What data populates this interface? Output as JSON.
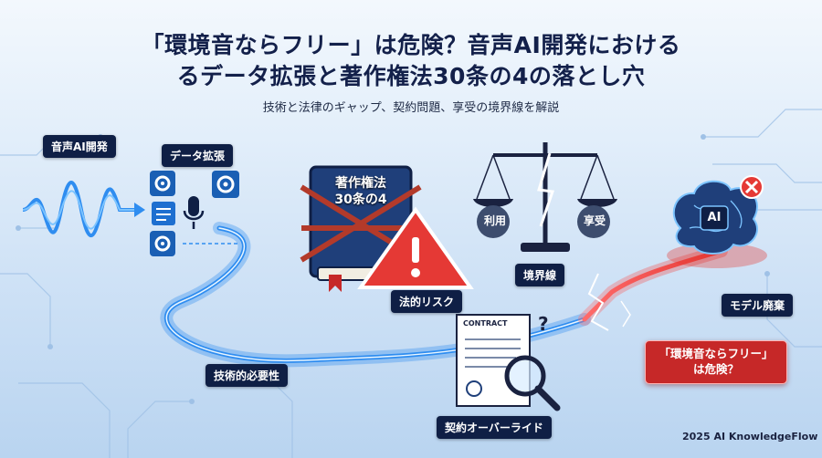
{
  "header": {
    "title_line1": "「環境音ならフリー」は危険？音声AI開発における",
    "title_line2": "るデータ拡張と著作権法30条の4の落とし穴",
    "subtitle": "技術と法律のギャップ、契約問題、享受の境界線を解説"
  },
  "labels": {
    "voice_ai_dev": "音声AI開発",
    "data_augmentation": "データ拡張",
    "technical_necessity": "技術的必要性",
    "legal_risk": "法的リスク",
    "contract_override": "契約オーバーライド",
    "boundary": "境界線",
    "model_disposal": "モデル廃棄"
  },
  "book": {
    "line1": "著作権法",
    "line2": "30条の4"
  },
  "scale": {
    "left": "利用",
    "right": "享受"
  },
  "contract": {
    "heading": "CONTRACT"
  },
  "brain": {
    "text": "AI"
  },
  "warning": {
    "line1": "「環境音ならフリー」",
    "line2": "は危険？"
  },
  "footer": {
    "credit": "2025 AI KnowledgeFlow"
  },
  "colors": {
    "accent_blue": "#2f8df0",
    "danger_red": "#e53935",
    "navy": "#0f1f45"
  }
}
